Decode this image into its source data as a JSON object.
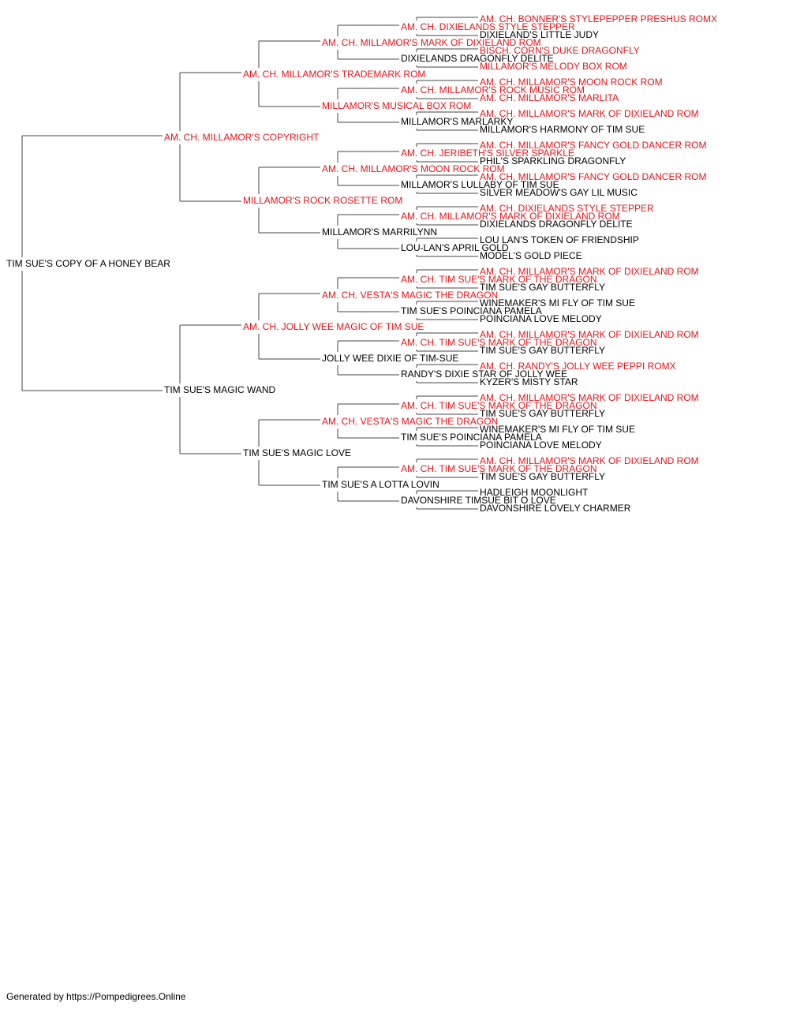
{
  "colors": {
    "champion": "#e8141a",
    "normal": "#000000",
    "connector": "#444444"
  },
  "pedigree": {
    "dog": {
      "name": "TIM SUE'S COPY OF A HONEY BEAR",
      "champion": false
    },
    "ancestors": [
      {
        "name": "AM. CH. MILLAMOR'S COPYRIGHT",
        "champion": true
      },
      {
        "name": "TIM SUE'S MAGIC WAND",
        "champion": false
      },
      {
        "name": "AM. CH. MILLAMOR'S TRADEMARK ROM",
        "champion": true
      },
      {
        "name": "MILLAMOR'S ROCK ROSETTE ROM",
        "champion": true
      },
      {
        "name": "AM. CH. JOLLY WEE MAGIC OF TIM SUE",
        "champion": true
      },
      {
        "name": "TIM SUE'S MAGIC LOVE",
        "champion": false
      },
      {
        "name": "AM. CH. MILLAMOR'S MARK OF DIXIELAND ROM",
        "champion": true
      },
      {
        "name": "MILLAMOR'S MUSICAL BOX ROM",
        "champion": true
      },
      {
        "name": "AM. CH. MILLAMOR'S MOON ROCK ROM",
        "champion": true
      },
      {
        "name": "MILLAMOR'S MARRILYNN",
        "champion": false
      },
      {
        "name": "AM. CH. VESTA'S MAGIC THE DRAGON",
        "champion": true
      },
      {
        "name": "JOLLY WEE DIXIE OF TIM-SUE",
        "champion": false
      },
      {
        "name": "AM. CH. VESTA'S MAGIC THE DRAGON",
        "champion": true
      },
      {
        "name": "TIM SUE'S A LOTTA LOVIN",
        "champion": false
      },
      {
        "name": "AM. CH. DIXIELANDS STYLE STEPPER",
        "champion": true
      },
      {
        "name": "DIXIELANDS DRAGONFLY DELITE",
        "champion": false
      },
      {
        "name": "AM. CH. MILLAMOR'S ROCK MUSIC ROM",
        "champion": true
      },
      {
        "name": "MILLAMOR'S MARLARKY",
        "champion": false
      },
      {
        "name": "AM. CH. JERIBETH'S SILVER SPARKLE",
        "champion": true
      },
      {
        "name": "MILLAMOR'S LULLABY OF TIM SUE",
        "champion": false
      },
      {
        "name": "AM. CH. MILLAMOR'S MARK OF DIXIELAND ROM",
        "champion": true
      },
      {
        "name": "LOU-LAN'S APRIL GOLD",
        "champion": false
      },
      {
        "name": "AM. CH. TIM SUE'S MARK OF THE DRAGON",
        "champion": true
      },
      {
        "name": "TIM SUE'S POINCIANA PAMELA",
        "champion": false
      },
      {
        "name": "AM. CH. TIM SUE'S MARK OF THE DRAGON",
        "champion": true
      },
      {
        "name": "RANDY'S DIXIE STAR OF JOLLY WEE",
        "champion": false
      },
      {
        "name": "AM. CH. TIM SUE'S MARK OF THE DRAGON",
        "champion": true
      },
      {
        "name": "TIM SUE'S POINCIANA PAMELA",
        "champion": false
      },
      {
        "name": "AM. CH. TIM SUE'S MARK OF THE DRAGON",
        "champion": true
      },
      {
        "name": "DAVONSHIRE TIMSUE BIT O LOVE",
        "champion": false
      },
      {
        "name": "AM. CH. BONNER'S STYLEPEPPER PRESHUS ROMX",
        "champion": true
      },
      {
        "name": "DIXIELAND'S LITTLE JUDY",
        "champion": false
      },
      {
        "name": "BISCH. CORN'S DUKE DRAGONFLY",
        "champion": true
      },
      {
        "name": "MILLAMOR'S MELODY BOX ROM",
        "champion": true
      },
      {
        "name": "AM. CH. MILLAMOR'S MOON ROCK ROM",
        "champion": true
      },
      {
        "name": "AM. CH. MILLAMOR'S MARLITA",
        "champion": true
      },
      {
        "name": "AM. CH. MILLAMOR'S MARK OF DIXIELAND ROM",
        "champion": true
      },
      {
        "name": "MILLAMOR'S HARMONY OF TIM SUE",
        "champion": false
      },
      {
        "name": "AM. CH. MILLAMOR'S FANCY GOLD DANCER ROM",
        "champion": true
      },
      {
        "name": "PHIL'S SPARKLING DRAGONFLY",
        "champion": false
      },
      {
        "name": "AM. CH. MILLAMOR'S FANCY GOLD DANCER ROM",
        "champion": true
      },
      {
        "name": "SILVER MEADOW'S GAY LIL MUSIC",
        "champion": false
      },
      {
        "name": "AM. CH. DIXIELANDS STYLE STEPPER",
        "champion": true
      },
      {
        "name": "DIXIELANDS DRAGONFLY DELITE",
        "champion": false
      },
      {
        "name": "LOU LAN'S TOKEN OF FRIENDSHIP",
        "champion": false
      },
      {
        "name": "MODEL'S GOLD PIECE",
        "champion": false
      },
      {
        "name": "AM. CH. MILLAMOR'S MARK OF DIXIELAND ROM",
        "champion": true
      },
      {
        "name": "TIM SUE'S GAY BUTTERFLY",
        "champion": false
      },
      {
        "name": "WINEMAKER'S MI FLY OF TIM SUE",
        "champion": false
      },
      {
        "name": "POINCIANA LOVE MELODY",
        "champion": false
      },
      {
        "name": "AM. CH. MILLAMOR'S MARK OF DIXIELAND ROM",
        "champion": true
      },
      {
        "name": "TIM SUE'S GAY BUTTERFLY",
        "champion": false
      },
      {
        "name": "AM. CH. RANDY'S JOLLY WEE PEPPI ROMX",
        "champion": true
      },
      {
        "name": "KYZER'S MISTY STAR",
        "champion": false
      },
      {
        "name": "AM. CH. MILLAMOR'S MARK OF DIXIELAND ROM",
        "champion": true
      },
      {
        "name": "TIM SUE'S GAY BUTTERFLY",
        "champion": false
      },
      {
        "name": "WINEMAKER'S MI FLY OF TIM SUE",
        "champion": false
      },
      {
        "name": "POINCIANA LOVE MELODY",
        "champion": false
      },
      {
        "name": "AM. CH. MILLAMOR'S MARK OF DIXIELAND ROM",
        "champion": true
      },
      {
        "name": "TIM SUE'S GAY BUTTERFLY",
        "champion": false
      },
      {
        "name": "HADLEIGH MOONLIGHT",
        "champion": false
      },
      {
        "name": "DAVONSHIRE LOVELY CHARMER",
        "champion": false
      }
    ]
  },
  "footer": {
    "text": "Generated by https://Pompedigrees.Online"
  }
}
